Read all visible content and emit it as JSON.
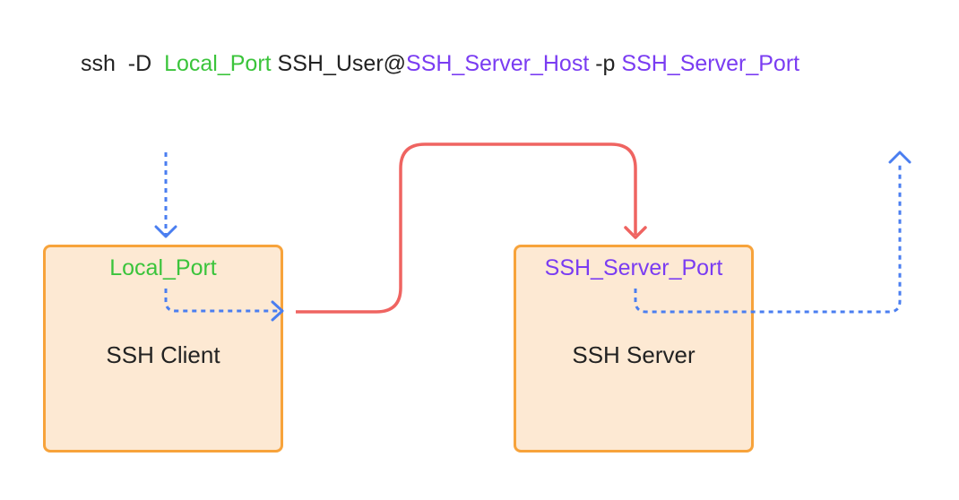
{
  "colors": {
    "green": "#3bc43b",
    "purple": "#7a3cf2",
    "blue": "#4a7ef0",
    "red": "#ef6461",
    "box_fill": "#fde9d3",
    "box_border": "#f7a33b",
    "text": "#222222"
  },
  "command": {
    "prefix": "ssh  -D  ",
    "local_port": "Local_Port",
    "user": " SSH_User@",
    "server_host": "SSH_Server_Host",
    "port_flag": " -p ",
    "server_port": "SSH_Server_Port"
  },
  "client_box": {
    "port_label": "Local_Port",
    "name": "SSH Client"
  },
  "server_box": {
    "port_label": "SSH_Server_Port",
    "name": "SSH Server"
  }
}
